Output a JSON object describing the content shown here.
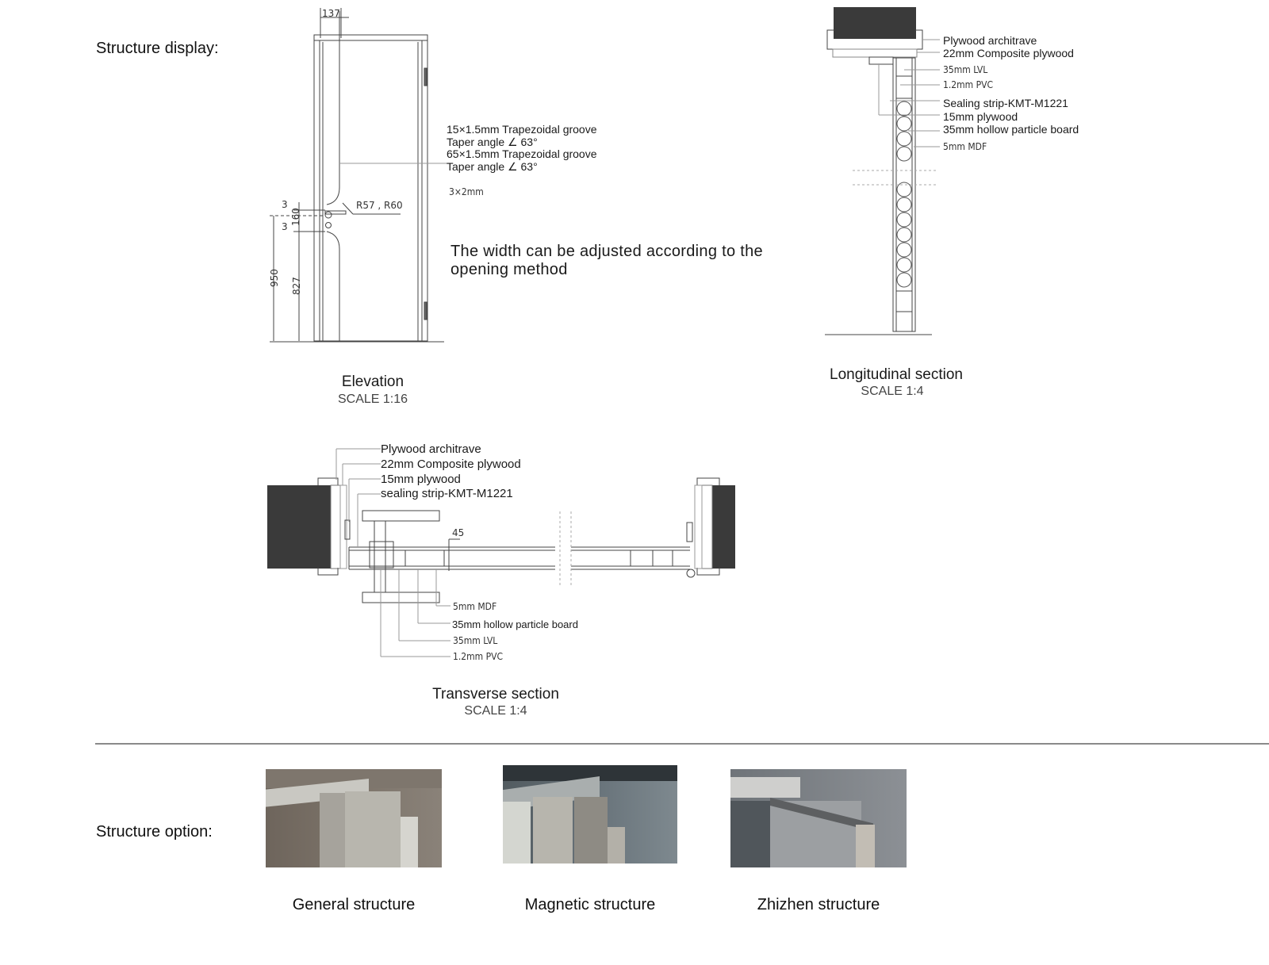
{
  "structure_display": {
    "label": "Structure display:",
    "elevation": {
      "title": "Elevation",
      "scale": "SCALE 1:16",
      "dimensions": {
        "top_offset": "137",
        "gap_top": "3",
        "handle_zone": "160",
        "gap_bottom": "3",
        "handle_height": "950",
        "groove_height": "827",
        "radius": "R57 , R60"
      },
      "annotations": [
        "15×1.5mm Trapezoidal groove",
        "Taper angle ∠ 63°",
        "65×1.5mm Trapezoidal groove",
        "Taper angle ∠ 63°"
      ],
      "small_note": "3×2mm",
      "width_note_line1": "The width can be adjusted according to the",
      "width_note_line2": "opening method"
    },
    "longitudinal": {
      "title": "Longitudinal section",
      "scale": "SCALE 1:4",
      "labels": [
        "Plywood architrave",
        "22mm Composite plywood",
        "35mm LVL",
        "1.2mm PVC",
        "Sealing strip-KMT-M1221",
        "15mm plywood",
        "35mm hollow particle board",
        "5mm MDF"
      ]
    },
    "transverse": {
      "title": "Transverse section",
      "scale": "SCALE 1:4",
      "dimension": "45",
      "labels_top": [
        "Plywood architrave",
        "22mm Composite plywood",
        "15mm plywood",
        "sealing strip-KMT-M1221"
      ],
      "labels_bottom": [
        "5mm MDF",
        "35mm hollow particle board",
        "35mm LVL",
        "1.2mm PVC"
      ]
    }
  },
  "structure_option": {
    "label": "Structure option:",
    "options": [
      {
        "caption": "General structure",
        "image": "general-structure-photo"
      },
      {
        "caption": "Magnetic structure",
        "image": "magnetic-structure-photo"
      },
      {
        "caption": "Zhizhen structure",
        "image": "zhizhen-structure-photo"
      }
    ]
  },
  "colors": {
    "wall_fill": "#3c3c3c",
    "line": "#555555",
    "divider": "#8a8a8a"
  }
}
